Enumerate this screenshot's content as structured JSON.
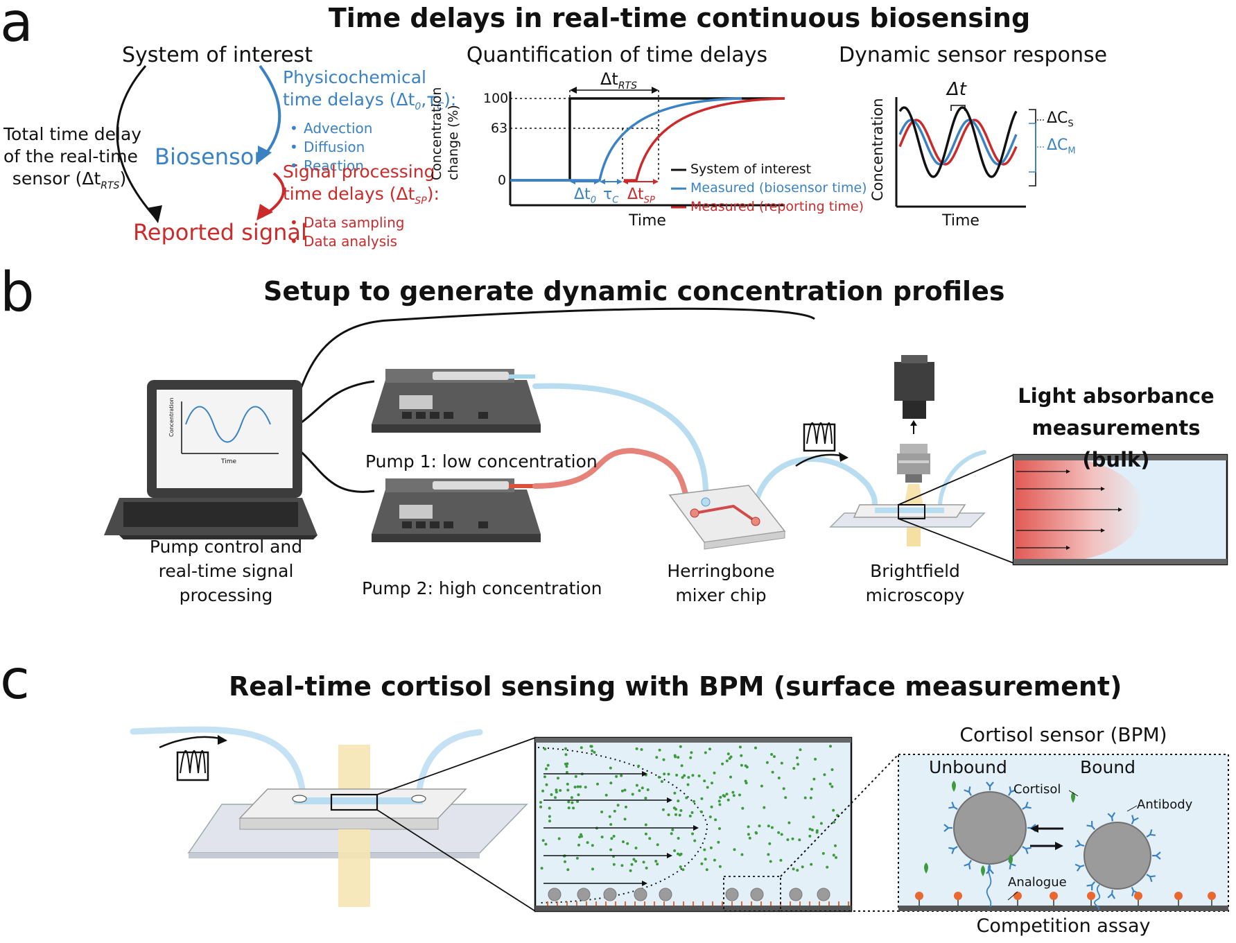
{
  "panel_a": {
    "label": "a",
    "title": "Time delays in real-time continuous biosensing",
    "system": {
      "heading": "System of interest",
      "biosensor": "Biosensor",
      "reported": "Reported signal",
      "total_delay": [
        "Total time delay",
        "of the real-time",
        "sensor (Δt",
        "RTS",
        ")"
      ],
      "physchem": [
        "Physicochemical",
        "time delays (Δt",
        "0",
        ",τ",
        "C",
        "):"
      ],
      "physchem_items": [
        "Advection",
        "Diffusion",
        "Reaction"
      ],
      "sigproc": [
        "Signal processing",
        "time delays (Δt",
        "SP",
        "):"
      ],
      "sigproc_items": [
        "Data sampling",
        "Data analysis"
      ]
    },
    "quantification": {
      "heading": "Quantification of time delays",
      "ylabel": [
        "Concentration",
        "change (%)"
      ],
      "xlabel": "Time",
      "yticks": [
        "100",
        "63",
        "0"
      ],
      "delta_rts": [
        "Δt",
        "RTS"
      ],
      "delta_0": [
        "Δt",
        "0"
      ],
      "tau_c": [
        "τ",
        "C"
      ],
      "delta_sp": [
        "Δt",
        "SP"
      ],
      "legend": [
        "System of interest",
        "Measured (biosensor time)",
        "Measured (reporting time)"
      ]
    },
    "dynamic": {
      "heading": "Dynamic sensor response",
      "ylabel": "Concentration",
      "xlabel": "Time",
      "delta_t": "Δt",
      "delta_cs": [
        "ΔC",
        "S"
      ],
      "delta_cm": [
        "ΔC",
        "M"
      ]
    }
  },
  "panel_b": {
    "label": "b",
    "title": "Setup to generate dynamic concentration profiles",
    "laptop_caption": [
      "Pump control and",
      "real-time signal",
      "processing"
    ],
    "screen_ylabel": "Concentration",
    "screen_xlabel": "Time",
    "pump1": "Pump 1: low concentration",
    "pump2": "Pump 2: high concentration",
    "mixer": [
      "Herringbone",
      "mixer chip"
    ],
    "microscopy": [
      "Brightfield",
      "microscopy"
    ],
    "absorbance": [
      "Light absorbance",
      "measurements (bulk)"
    ]
  },
  "panel_c": {
    "label": "c",
    "title": "Real-time cortisol sensing with BPM (surface measurement)",
    "sensor_title": "Cortisol sensor (BPM)",
    "unbound": "Unbound",
    "bound": "Bound",
    "cortisol": "Cortisol",
    "antibody": "Antibody",
    "analogue": "Analogue",
    "assay": "Competition assay"
  },
  "colors": {
    "black": "#111111",
    "blue": "#3a82c4",
    "red": "#cc2a2a",
    "fluid": "#e3f0f8",
    "particle": "#9b9b9b",
    "cortisol": "#3d9a3d",
    "analogue": "#e8692f"
  }
}
